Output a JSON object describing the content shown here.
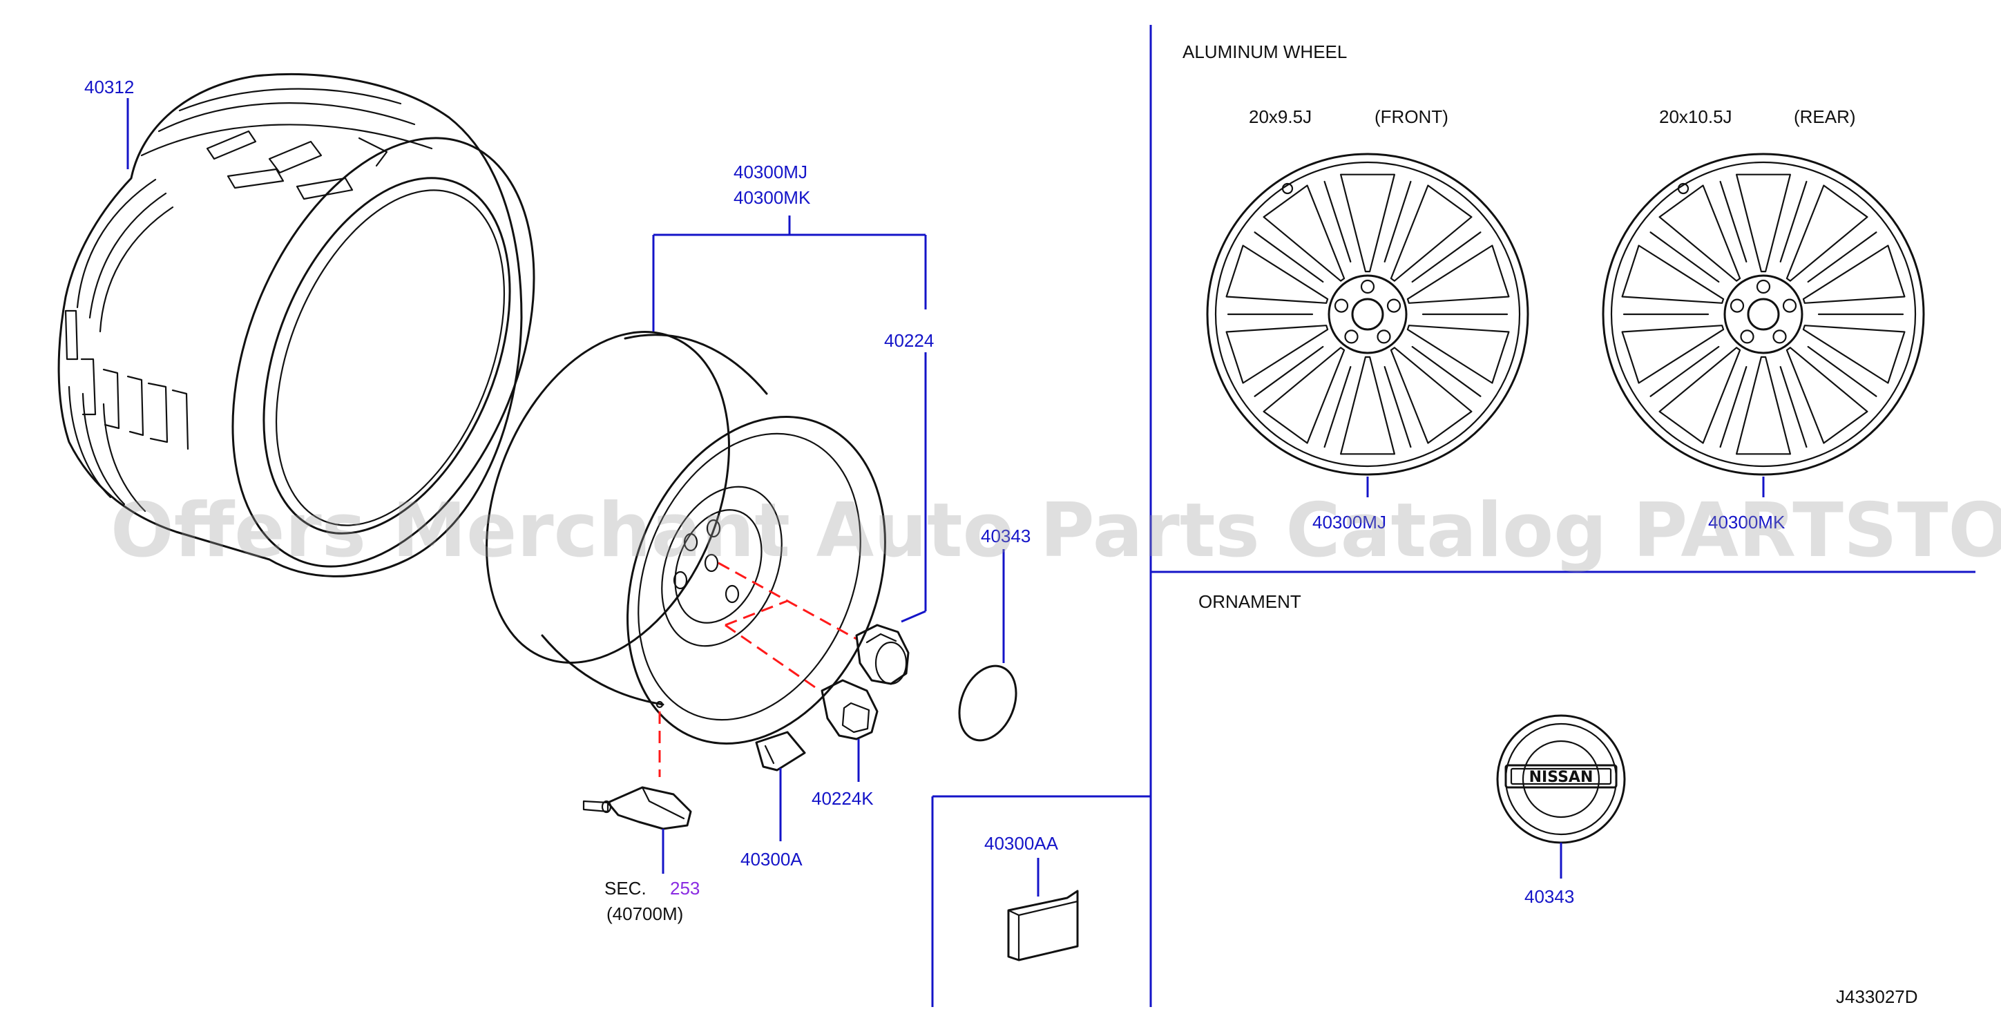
{
  "diagram_code": "J433027D",
  "watermark": "Offers Merchant Auto Parts Catalog PARTSTORE.SA",
  "panels": {
    "aluminum_wheel": {
      "title": "ALUMINUM   WHEEL",
      "front_size": "20x9.5J",
      "front_pos": "(FRONT)",
      "rear_size": "20x10.5J",
      "rear_pos": "(REAR)",
      "front_part": "40300MJ",
      "rear_part": "40300MK"
    },
    "ornament": {
      "title": "ORNAMENT",
      "part": "40343",
      "emblem_text": "NISSAN"
    }
  },
  "parts": {
    "tire": "40312",
    "wheel_line1": "40300MJ",
    "wheel_line2": "40300MK",
    "nut": "40224",
    "cap": "40343",
    "lock_nut": "40224K",
    "weight": "40300A",
    "adhesive_weight": "40300AA",
    "sensor_sec": "SEC.",
    "sensor_sec_num": "253",
    "sensor_part": "(40700M)"
  },
  "colors": {
    "callout": "#1414c8",
    "drawing": "#111111",
    "dashed": "#ff1a1a",
    "sec_ref": "#8a2be2"
  }
}
